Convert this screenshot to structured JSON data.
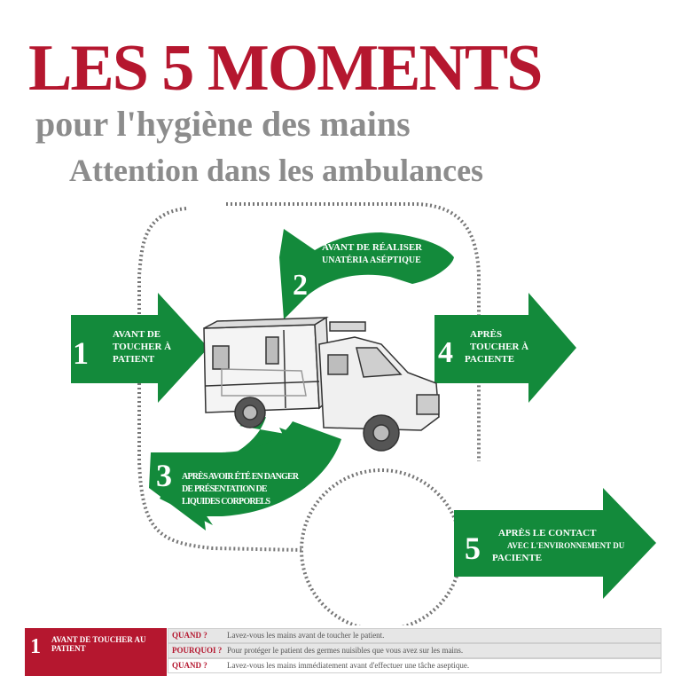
{
  "header": {
    "title": "LES 5 MOMENTS",
    "subtitle": "pour l'hygiène des mains",
    "subtitle2": "Attention dans les ambulances"
  },
  "moments": [
    {
      "number": "1",
      "lines": [
        "AVANT DE",
        "TOUCHER À",
        "PATIENT"
      ]
    },
    {
      "number": "2",
      "lines": [
        "AVANT DE RÉALISER",
        "UNATÉRIA ASÉPTIQUE"
      ]
    },
    {
      "number": "3",
      "lines": [
        "APRÈS AVOIR ÉTÉ EN DANGER",
        "DE PRÉSENTATION DE",
        "LIQUIDES CORPORELS"
      ]
    },
    {
      "number": "4",
      "lines": [
        "APRÈS",
        "TOUCHER À",
        "PACIENTE"
      ]
    },
    {
      "number": "5",
      "lines": [
        "APRÈS LE CONTACT",
        "AVEC L'ENVIRONNEMENT DU",
        "PACIENTE"
      ]
    }
  ],
  "table": {
    "row1_number": "1",
    "row1_label": "AVANT DE TOUCHER AU PATIENT",
    "q1_key": "QUAND ?",
    "q1_value": "Lavez-vous les mains avant de toucher le patient.",
    "q2_key": "POURQUOI ?",
    "q2_value": "Pour protéger le patient des germes nuisibles que vous avez sur les mains.",
    "q3_key": "QUAND ?",
    "q3_value": "Lavez-vous les mains immédiatement avant d'effectuer une tâche aseptique."
  },
  "colors": {
    "red": "#b5172f",
    "green": "#138a3b",
    "grey": "#8c8c8c"
  }
}
